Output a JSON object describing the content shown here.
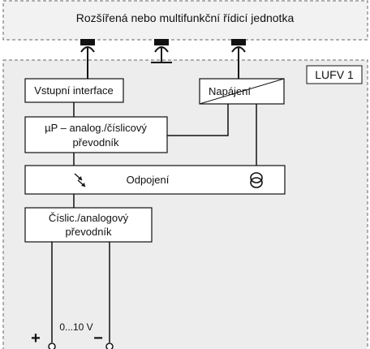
{
  "header": {
    "label": "Rozšířená nebo multifunkční řídicí jednotka"
  },
  "module": {
    "label": "LUFV 1"
  },
  "blocks": {
    "input_interface": "Vstupní interface",
    "power_supply": "Napájení",
    "adc_line1": "µP – analog./číslicový",
    "adc_line2": "převodník",
    "isolation": "Odpojení",
    "dac_line1": "Číslic./analogový",
    "dac_line2": "převodník"
  },
  "output": {
    "range_label": "0...10 V",
    "plus_label": "+",
    "minus_label": "−"
  },
  "colors": {
    "line": "#111111",
    "dashed_border": "#666666",
    "module_fill": "#ededed",
    "header_fill": "#f2f2f2",
    "block_fill": "#ffffff"
  }
}
